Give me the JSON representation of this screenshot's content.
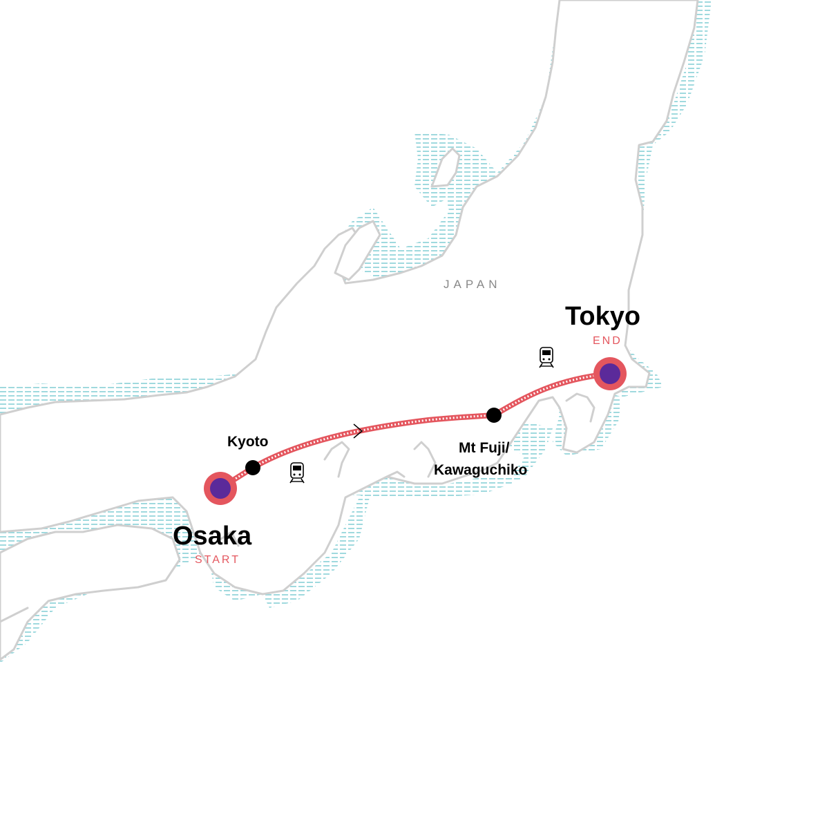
{
  "map": {
    "country_label": "JAPAN",
    "colors": {
      "land_outline": "#cfcfcf",
      "water_hatch": "#9fd9de",
      "route": "#e4565e",
      "major_stop_fill": "#5b2a9a",
      "major_stop_ring": "#e4565e",
      "minor_stop": "#000000"
    },
    "stops": {
      "osaka": {
        "name": "Osaka",
        "tag": "START"
      },
      "kyoto": {
        "name": "Kyoto"
      },
      "fuji": {
        "name_line1": "Mt Fuji/",
        "name_line2": "Kawaguchiko"
      },
      "tokyo": {
        "name": "Tokyo",
        "tag": "END"
      }
    },
    "transport_icons": [
      "train-icon",
      "train-icon"
    ],
    "direction_icon": "chevron-right-icon"
  }
}
